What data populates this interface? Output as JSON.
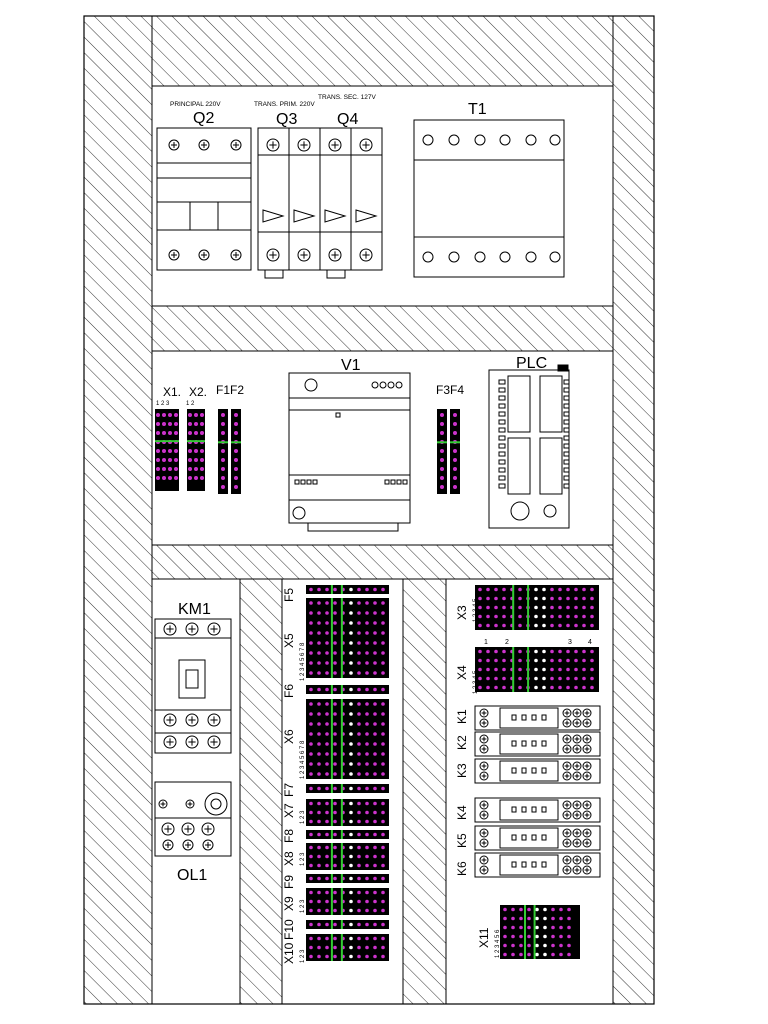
{
  "labels": {
    "q2": "Q2",
    "q2_caption": "PRINCIPAL 220V",
    "q3": "Q3",
    "q3_caption": "TRANS. PRIM. 220V",
    "q4": "Q4",
    "q4_caption": "TRANS. SEC. 127V",
    "t1": "T1",
    "v1": "V1",
    "plc": "PLC",
    "x1": "X1.",
    "x1_pins": "1 2 3",
    "x2": "X2.",
    "x2_pins": "1 2",
    "f1f2": "F1F2",
    "f3f4": "F3F4",
    "km1": "KM1",
    "ol1": "OL1",
    "f5": "F5",
    "x5": "X5",
    "x5_pins": "1 2 3 4 5 6 7 8",
    "f6": "F6",
    "x6": "X6",
    "x6_pins": "1 2 3 4 5 6 7 8",
    "f7": "F7",
    "x7": "X7",
    "x7_pins": "1 2 3",
    "f8": "F8",
    "x8": "X8",
    "x8_pins": "1 2 3",
    "f9": "F9",
    "x9": "X9",
    "x9_pins": "1 2 3",
    "f10": "F10",
    "x10": "X10",
    "x10_pins": "1 2 3",
    "x3": "X3",
    "x3_pins": "1 2 3 4 5",
    "x4": "X4",
    "x4_pins": "1 2 3 4 5",
    "x4_top1": "1",
    "x4_top2": "2",
    "x4_top3": "3",
    "x4_top4": "4",
    "k1": "K1",
    "k2": "K2",
    "k3": "K3",
    "k4": "K4",
    "k5": "K5",
    "k6": "K6",
    "x11": "X11",
    "x11_pins": "1 2 3 4 5 6"
  },
  "colors": {
    "terminal_body": "#000000",
    "terminal_pin": "#cc33cc",
    "terminal_stripe": "#33cc33",
    "line": "#000000",
    "background": "#ffffff"
  }
}
